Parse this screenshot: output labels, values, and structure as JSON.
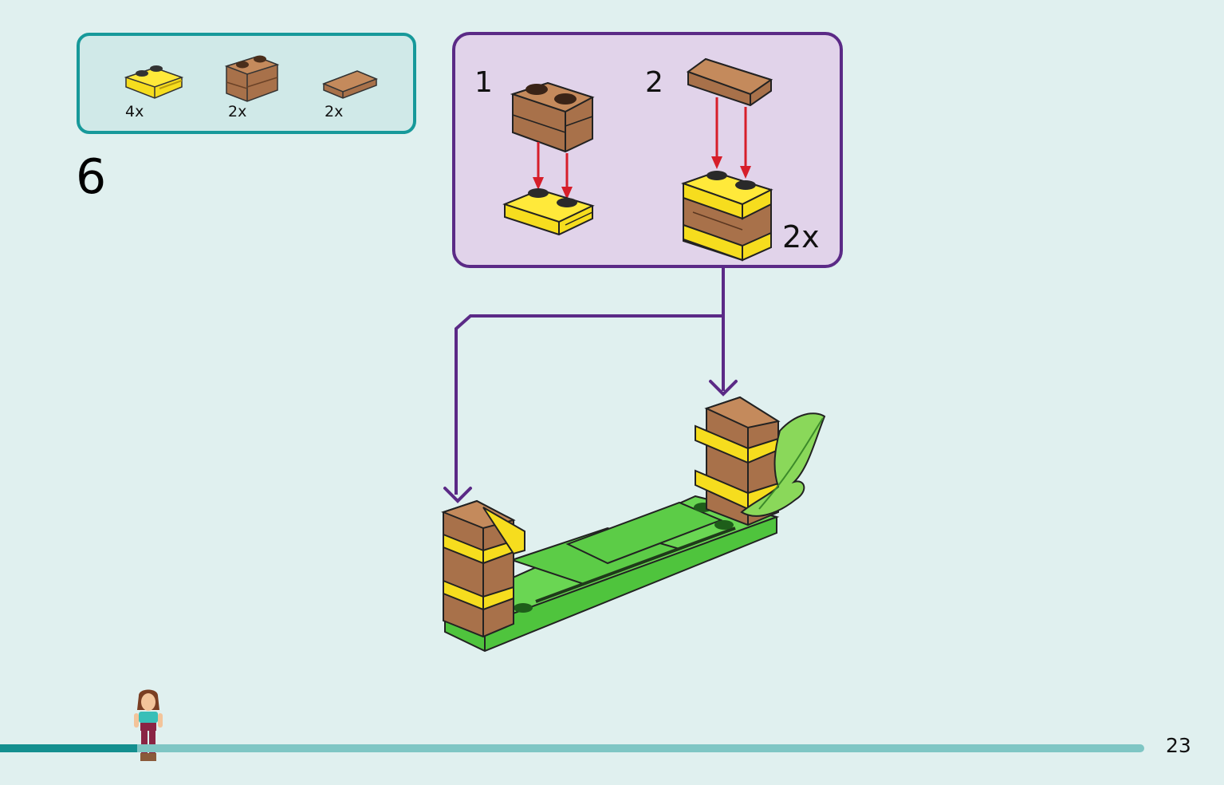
{
  "parts_list": [
    {
      "count": "4x",
      "icon": "yellow-1x2-plate-with-rail-icon",
      "color": "#f6dd1e"
    },
    {
      "count": "2x",
      "icon": "brown-1x2-masonry-brick-icon",
      "color": "#a8714a"
    },
    {
      "count": "2x",
      "icon": "brown-1x2-tile-icon",
      "color": "#a8714a"
    }
  ],
  "step_number": "6",
  "sub_assembly": {
    "steps": [
      {
        "number": "1"
      },
      {
        "number": "2"
      }
    ],
    "multiplier": "2x"
  },
  "colors": {
    "teal_accent": "#17999a",
    "purple_accent": "#5b2a86",
    "arrow_red": "#d61e2a",
    "brick_yellow": "#f6dd1e",
    "brick_brown": "#a8714a",
    "plate_green": "#4fc43d",
    "leaf_green": "#8ad85a"
  },
  "progress": {
    "fraction": 0.12
  },
  "page_number": "23"
}
